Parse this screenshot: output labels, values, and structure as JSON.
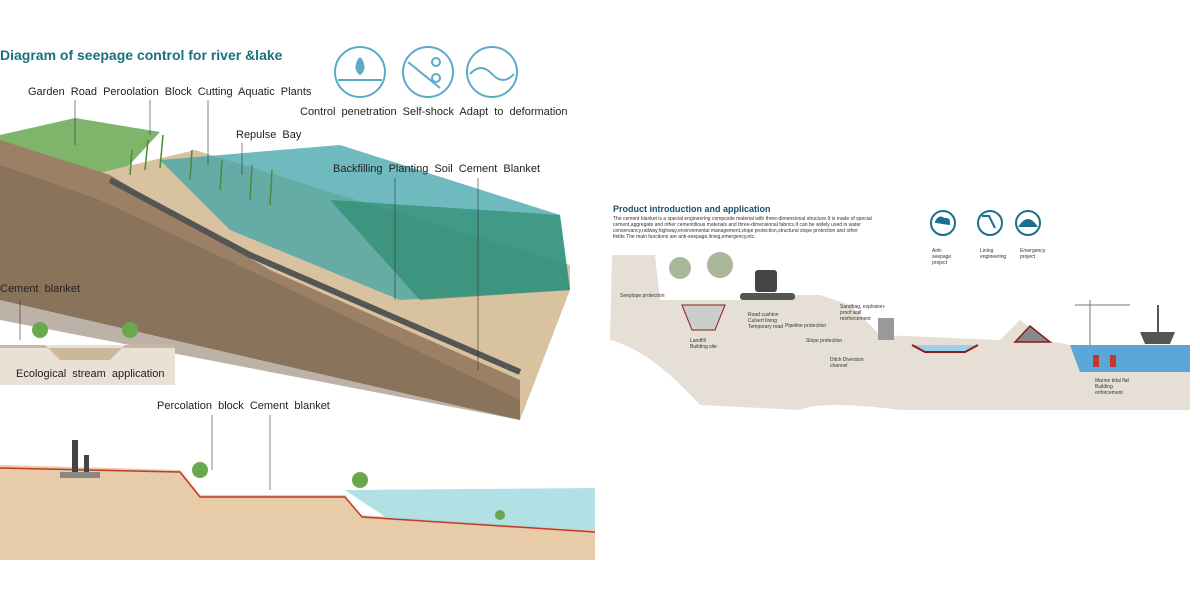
{
  "left": {
    "title": "Diagram of seepage control for river &lake",
    "icons": [
      {
        "name": "control-penetration-icon"
      },
      {
        "name": "self-shock-icon"
      },
      {
        "name": "adapt-deformation-icon"
      }
    ],
    "icon_caption": "Control penetration Self-shock Adapt to deformation",
    "labels": {
      "top": "Garden Road Peroolation Block Cutting Aquatic Plants",
      "repulse": "Repulse Bay",
      "backfill": "Backfilling Planting Soil Cement Blanket",
      "cement": "Cement blanket",
      "stream": "Ecological stream application",
      "percolation": "Percolation block Cement blanket"
    },
    "colors": {
      "title": "#1b6f7e",
      "water": "#5fb8c4",
      "grass": "#6aa84f",
      "soil": "#d9c4a6",
      "liner": "#c0392b"
    }
  },
  "right": {
    "title": "Product introduction and application",
    "description": "The cement blanket is a special engineering composite material with three-dimensional structure.It is made of special cement,aggregate and other cementitious materials and three-dimensional fabrics.It can be widely used in water conservancy,railway,highway,environmental management,slope protection,structural slope protection and other fields.The main functions are anti-seepage,lining,emergency,etc.",
    "icons": [
      {
        "name": "anti-seepage-icon",
        "label": "Anti-seepage project"
      },
      {
        "name": "lining-icon",
        "label": "Lining engineering"
      },
      {
        "name": "emergency-icon",
        "label": "Emergency project"
      }
    ],
    "labels": {
      "slope": "Seeplope protection",
      "landfill": "Landfill Building site",
      "road": "Road cushion Culvert lining Temporary road",
      "pipeline": "Pipeline protection",
      "slope_protection": "Slope protection",
      "wall": "Sandbag, explosion-proof wall reinforcement",
      "ditch": "Ditch Diversion channel",
      "marine": "Marine tidal flat Building enforcement"
    },
    "colors": {
      "title": "#1b4f6e",
      "ground": "#e6dfd6",
      "water": "#5aa6d6",
      "liner": "#8b1a1a"
    }
  }
}
